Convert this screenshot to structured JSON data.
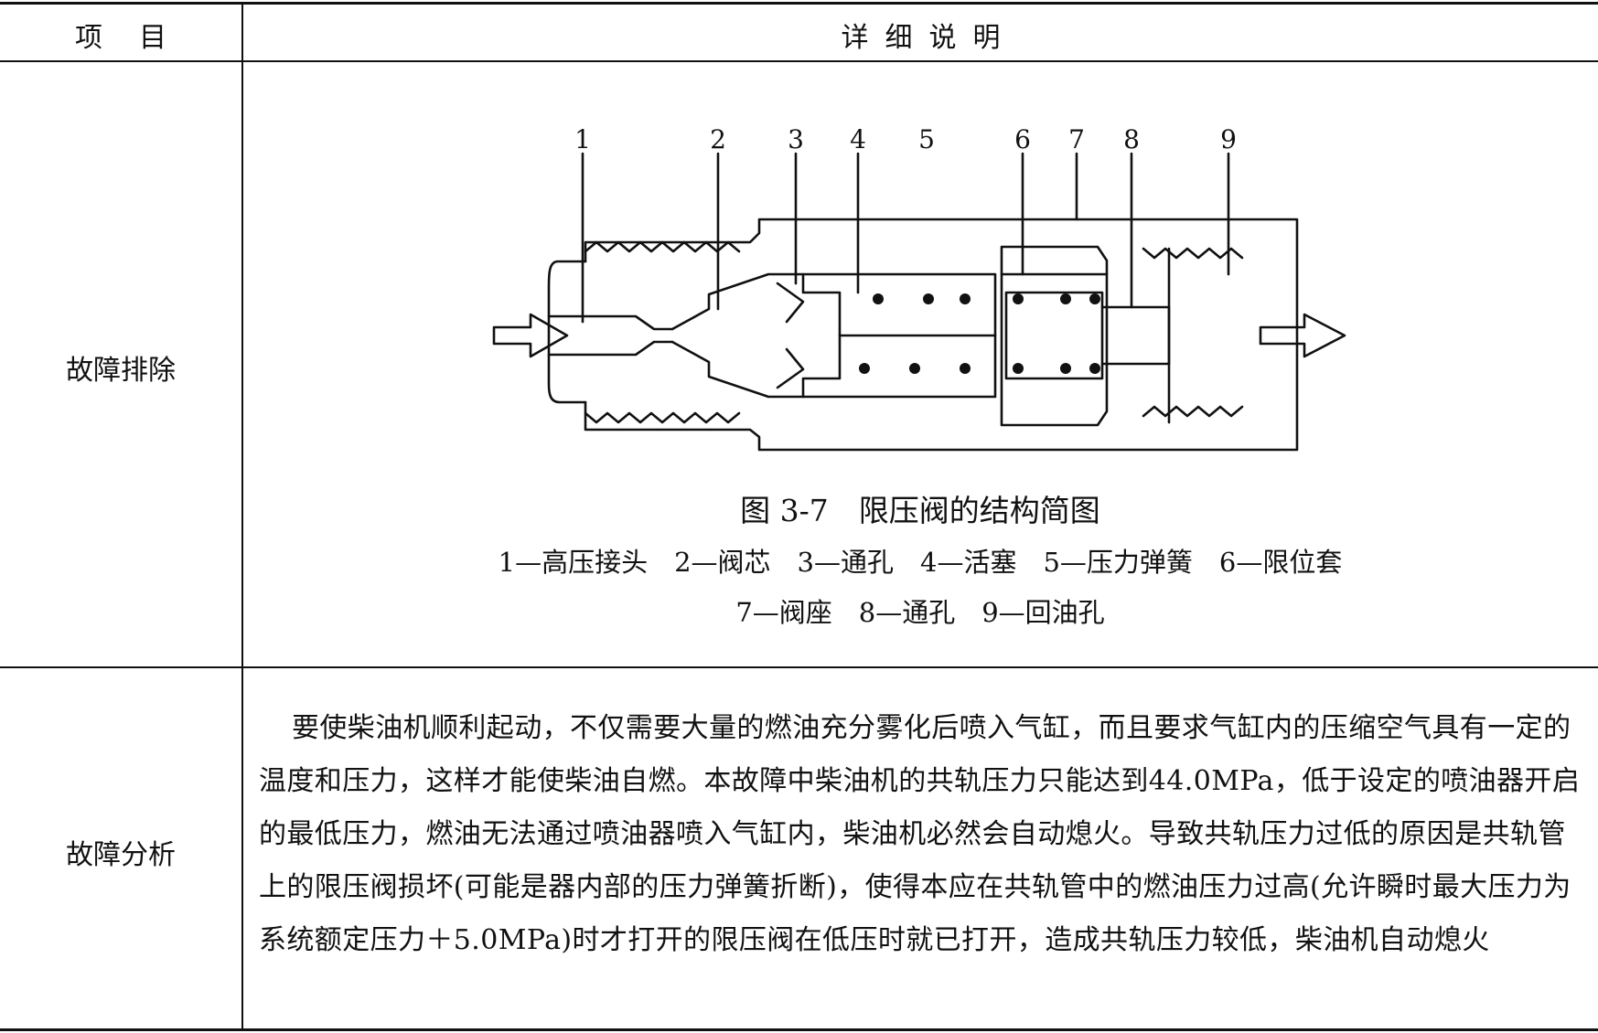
{
  "table": {
    "header": {
      "col1": "项目",
      "col2": "详细说明"
    },
    "rows": [
      {
        "label": "故障排除"
      },
      {
        "label": "故障分析"
      }
    ]
  },
  "figure": {
    "title": "图 3-7　限压阀的结构简图",
    "legend_line1": "1—高压接头　2—阀芯　3—通孔　4—活塞　5—压力弹簧　6—限位套",
    "legend_line2": "7—阀座　8—通孔　9—回油孔",
    "part_numbers": [
      "1",
      "2",
      "3",
      "4",
      "5",
      "6",
      "7",
      "8",
      "9"
    ]
  },
  "analysis": {
    "text": "要使柴油机顺利起动，不仅需要大量的燃油充分雾化后喷入气缸，而且要求气缸内的压缩空气具有一定的温度和压力，这样才能使柴油自燃。本故障中柴油机的共轨压力只能达到44.0MPa，低于设定的喷油器开启的最低压力，燃油无法通过喷油器喷入气缸内，柴油机必然会自动熄火。导致共轨压力过低的原因是共轨管上的限压阀损坏(可能是器内部的压力弹簧折断)，使得本应在共轨管中的燃油压力过高(允许瞬时最大压力为系统额定压力＋5.0MPa)时才打开的限压阀在低压时就已打开，造成共轨压力较低，柴油机自动熄火"
  }
}
